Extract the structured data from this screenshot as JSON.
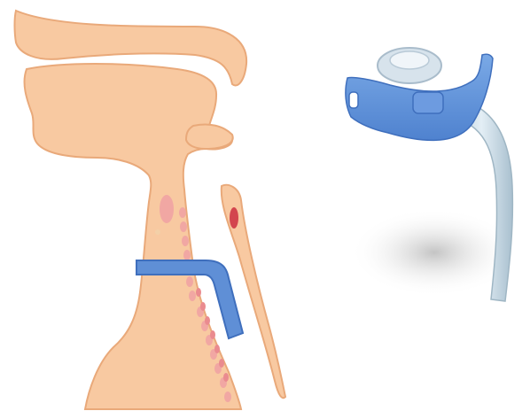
{
  "figure": {
    "left_panel": {
      "subject": "sagittal-head-neck-cross-section",
      "parts": [
        "palate",
        "head-upper",
        "lower-jaw",
        "neck-body",
        "trachea-rings",
        "epiglottis",
        "tracheostomy-tube"
      ]
    },
    "right_panel": {
      "subject": "tracheostomy-tube-product",
      "parts": [
        "neck-flange",
        "connector-hub",
        "cannula-tube"
      ]
    }
  },
  "colors": {
    "skin": "#f8c9a1",
    "skin_outline": "#e9a97a",
    "ring": "#f1a7a3",
    "ring_dark": "#e98a86",
    "mucosa": "#ea8b8f",
    "mucosa_dark": "#d3454e",
    "tube_blue": "#5f8fd6",
    "tube_blue_dark": "#3f6fbd",
    "cannula": "#c9dbe6",
    "shadow": "#cfcfcf"
  }
}
